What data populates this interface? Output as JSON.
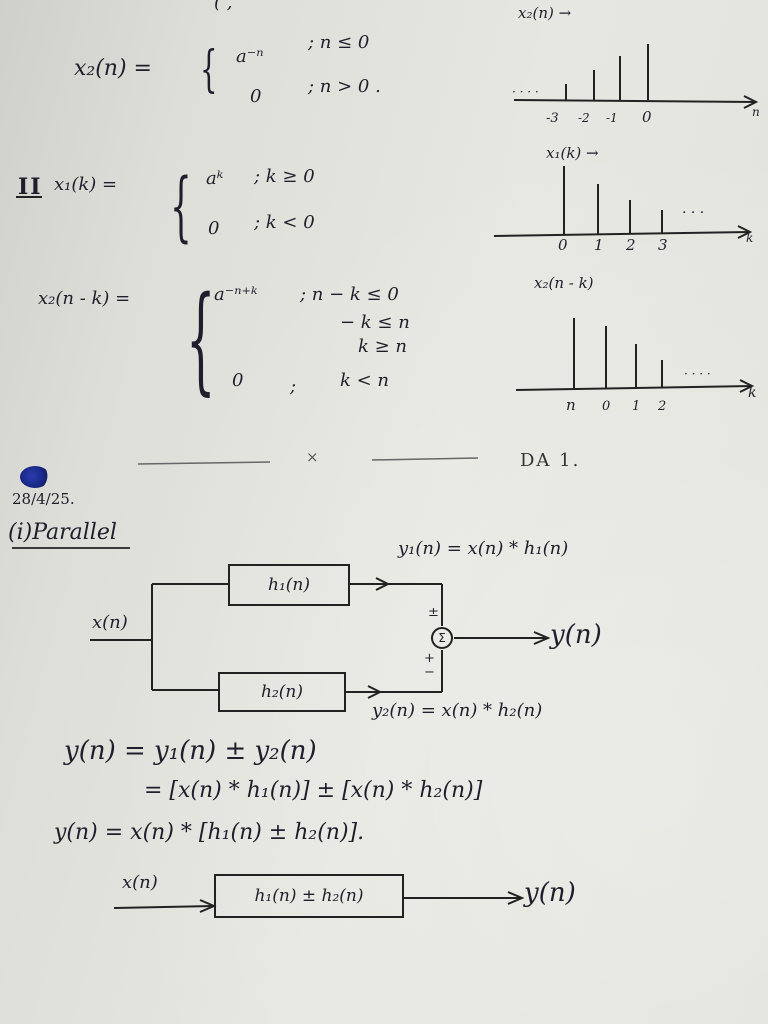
{
  "top": {
    "partial_brace": "(  ,",
    "x2_def_lhs": "x₂(n) =",
    "x2_case1_val": "a⁻ⁿ",
    "x2_case1_cond": "; n ≤ 0",
    "x2_case2_val": "0",
    "x2_case2_cond": "; n > 0 ."
  },
  "graphs": {
    "x2n": {
      "title": "x₂(n) →",
      "ticks": [
        "-3",
        "-2",
        "-1",
        "0"
      ],
      "leading_dots": "· · · ·",
      "axis_label": "n"
    },
    "x1k": {
      "title": "x₁(k) →",
      "ticks": [
        "0",
        "1",
        "2",
        "3"
      ],
      "trailing_dots": "· · ·",
      "axis_label": "k"
    },
    "x2nk": {
      "title": "x₂(n - k)",
      "ticks": [
        "n",
        "0",
        "1",
        "2"
      ],
      "trailing_dots": "· · · ·",
      "axis_label": "k"
    }
  },
  "section2": {
    "marker": "II",
    "x1_lhs": "x₁(k)  =",
    "x1_case1_val": "aᵏ",
    "x1_case1_cond": ";    k ≥ 0",
    "x1_case2_val": "0",
    "x1_case2_cond": ";    k < 0",
    "x2nk_lhs": "x₂(n - k) =",
    "x2nk_case1_val": "a⁻ⁿ⁺ᵏ",
    "x2nk_case1_cond": "; n − k ≤ 0",
    "x2nk_cond_step2": "− k ≤ n",
    "x2nk_cond_step3": "k ≥ n",
    "x2nk_case2_val": "0",
    "x2nk_case2_semicolon": ";",
    "x2nk_case2_cond": "k < n"
  },
  "divider": {
    "mark": "×",
    "label": "DA 1."
  },
  "parallel": {
    "date": "28/4/25.",
    "heading": "(i)Parallel",
    "input_label": "x(n)",
    "h1_label": "h₁(n)",
    "h2_label": "h₂(n)",
    "y1_eq": "y₁(n) = x(n) * h₁(n)",
    "y2_eq": "y₂(n) = x(n) * h₂(n)",
    "sum_symbol": "Σ",
    "sign_top": "±",
    "sign_bottom": "+",
    "sign_bottom2": "−",
    "output_label": "y(n)",
    "eq1": "y(n) =    y₁(n)  ±  y₂(n)",
    "eq2": "= [x(n) * h₁(n)]  ±  [x(n) * h₂(n)]",
    "eq3": "y(n) = x(n) * [h₁(n)  ±   h₂(n)].",
    "final_input": "x(n)",
    "final_box": "h₁(n)  ±  h₂(n)",
    "final_output": "y(n)"
  }
}
